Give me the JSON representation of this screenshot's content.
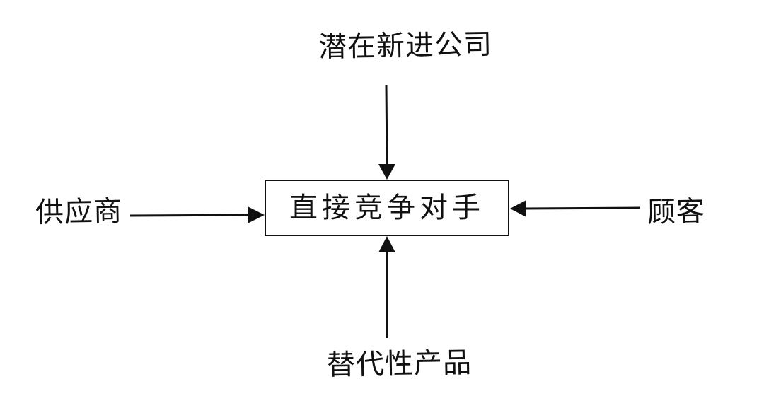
{
  "diagram": {
    "center": "直接竞争对手",
    "top": "潜在新进公司",
    "left": "供应商",
    "right": "顾客",
    "bottom": "替代性产品"
  }
}
